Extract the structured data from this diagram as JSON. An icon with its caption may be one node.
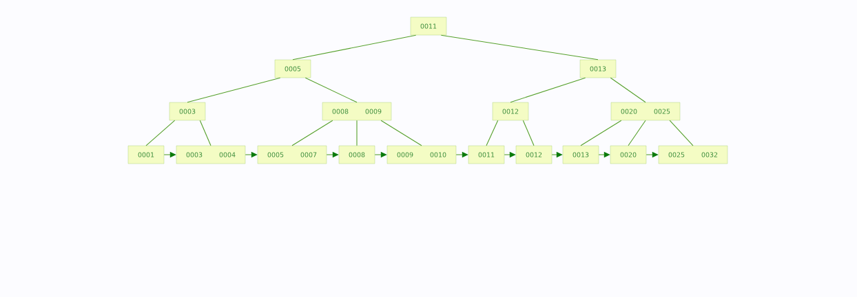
{
  "diagram": {
    "nodes": [
      {
        "text": [
          "0011"
        ]
      },
      {
        "text": [
          "0005"
        ]
      },
      {
        "text": [
          "0013"
        ]
      },
      {
        "text": [
          "0003"
        ]
      },
      {
        "text": [
          "0008",
          "0009"
        ]
      },
      {
        "text": [
          "0012"
        ]
      },
      {
        "text": [
          "0020",
          "0025"
        ]
      },
      {
        "text": [
          "0001"
        ]
      },
      {
        "text": [
          "0003",
          "0004"
        ]
      },
      {
        "text": [
          "0005",
          "0007"
        ]
      },
      {
        "text": [
          "0008"
        ]
      },
      {
        "text": [
          "0009",
          "0010"
        ]
      },
      {
        "text": [
          "0011"
        ]
      },
      {
        "text": [
          "0012"
        ]
      },
      {
        "text": [
          "0013"
        ]
      },
      {
        "text": [
          "0020"
        ]
      },
      {
        "text": [
          "0025",
          "0032"
        ]
      }
    ],
    "edges": [
      {
        "from": 0,
        "to": 1,
        "arrow": "none"
      },
      {
        "from": 0,
        "to": 2,
        "arrow": "none"
      },
      {
        "from": 1,
        "to": 3,
        "arrow": "none"
      },
      {
        "from": 1,
        "to": 4,
        "arrow": "none"
      },
      {
        "from": 2,
        "to": 5,
        "arrow": "none"
      },
      {
        "from": 2,
        "to": 6,
        "arrow": "none"
      },
      {
        "from": 3,
        "to": 7,
        "arrow": "none"
      },
      {
        "from": 3,
        "to": 8,
        "arrow": "none"
      },
      {
        "from": 4,
        "to": 9,
        "arrow": "none"
      },
      {
        "from": 4,
        "to": 10,
        "arrow": "none"
      },
      {
        "from": 4,
        "to": 11,
        "arrow": "none"
      },
      {
        "from": 5,
        "to": 12,
        "arrow": "none"
      },
      {
        "from": 5,
        "to": 13,
        "arrow": "none"
      },
      {
        "from": 6,
        "to": 14,
        "arrow": "none"
      },
      {
        "from": 6,
        "to": 15,
        "arrow": "none"
      },
      {
        "from": 6,
        "to": 16,
        "arrow": "none"
      },
      {
        "from": 7,
        "to": 8,
        "arrow": "to"
      },
      {
        "from": 8,
        "to": 9,
        "arrow": "to"
      },
      {
        "from": 9,
        "to": 10,
        "arrow": "to"
      },
      {
        "from": 10,
        "to": 11,
        "arrow": "to"
      },
      {
        "from": 11,
        "to": 12,
        "arrow": "to"
      },
      {
        "from": 12,
        "to": 13,
        "arrow": "to"
      },
      {
        "from": 13,
        "to": 14,
        "arrow": "to"
      },
      {
        "from": 14,
        "to": 15,
        "arrow": "to"
      },
      {
        "from": 15,
        "to": 16,
        "arrow": "to"
      }
    ]
  }
}
